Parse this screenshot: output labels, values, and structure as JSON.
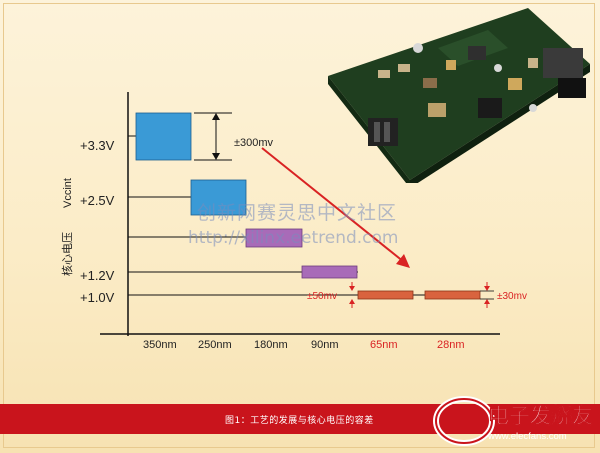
{
  "diagram": {
    "voltage_labels": [
      "+3.3V",
      "+2.5V",
      "+1.2V",
      "+1.0V"
    ],
    "axis_label_vcc": "Vccint",
    "axis_label_core": "核心电压",
    "nodes": [
      "350nm",
      "250nm",
      "180nm",
      "90nm",
      "65nm",
      "28nm"
    ],
    "tolerance_300": "±300mv",
    "tolerance_50": "±50mv",
    "tolerance_30": "±30mv"
  },
  "colors": {
    "blue_block": "#3a9ad6",
    "purple_block": "#a86bb8",
    "orange_block": "#d9633e",
    "accent_red": "#d92323",
    "footer": "#c9141c"
  },
  "watermark": {
    "line1": "创新网赛灵思中文社区",
    "line2": "http://xilinx.eetrend.com"
  },
  "footer": {
    "caption": "图1：工艺的发展与核心电压的容差"
  },
  "logo": {
    "text": "电子发烧友",
    "url": "www.elecfans.com"
  }
}
